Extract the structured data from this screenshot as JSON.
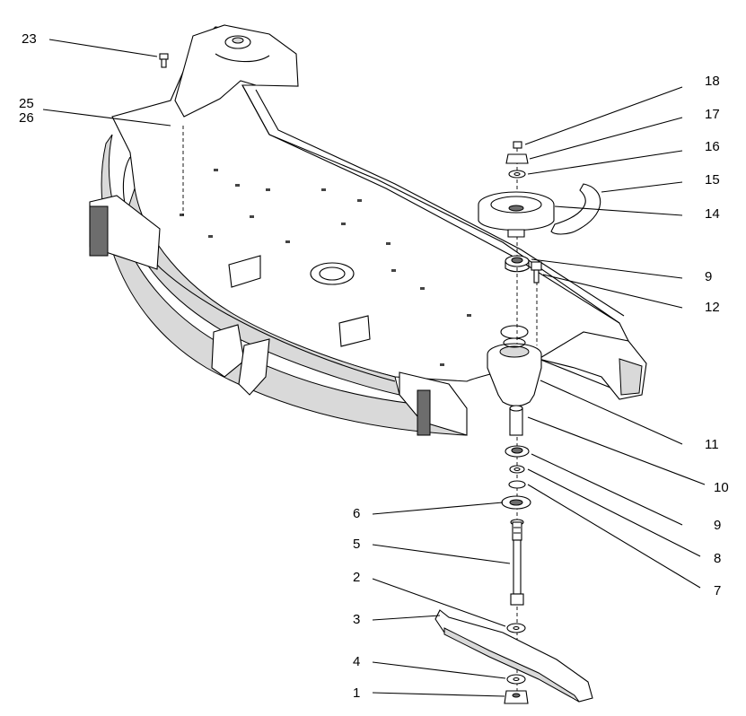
{
  "callouts": {
    "c1": "1",
    "c2": "2",
    "c3": "3",
    "c4": "4",
    "c5": "5",
    "c6": "6",
    "c7": "7",
    "c8": "8",
    "c9a": "9",
    "c9b": "9",
    "c10": "10",
    "c11": "11",
    "c12": "12",
    "c14": "14",
    "c15": "15",
    "c16": "16",
    "c17": "17",
    "c18": "18",
    "c23": "23",
    "c25": "25",
    "c26": "26"
  }
}
